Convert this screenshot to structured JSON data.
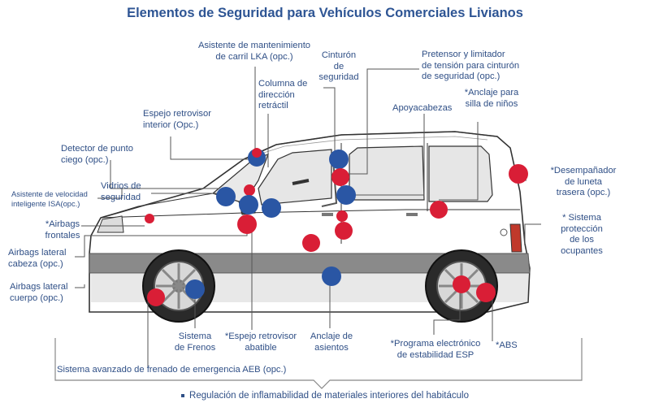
{
  "title": "Elementos de Seguridad para Vehículos Comerciales Livianos",
  "labels": {
    "lka": "Asistente de mantenimiento\nde carril LKA (opc.)",
    "cinturon": "Cinturón\nde\nseguridad",
    "pretensor": "Pretensor y limitador\nde tensión para cinturón\nde seguridad (opc.)",
    "columna": "Columna de\ndirección\nretráctil",
    "anclaje_ninos": "*Anclaje para\nsilla de niños",
    "espejo_interior": "Espejo retrovisor\ninterior (Opc.)",
    "apoyacabezas": "Apoyacabezas",
    "detector": "Detector de punto\nciego (opc.)",
    "desempanador": "*Desempañador\nde luneta\ntrasera (opc.)",
    "isa": "Asistente de velocidad\ninteligente ISA(opc.)",
    "vidrios": "Vidrios de\nseguridad",
    "airbags_frontales": "*Airbags\nfrontales",
    "proteccion": "* Sistema\nprotección\nde los\nocupantes",
    "airbags_cabeza": "Airbags  lateral\ncabeza (opc.)",
    "airbags_cuerpo": "Airbags lateral\ncuerpo (opc.)",
    "frenos": "Sistema\nde Frenos",
    "espejo_abatible": "*Espejo retrovisor\nabatible",
    "anclaje_asientos": "Anclaje de\nasientos",
    "esp": "*Programa electrónico\nde estabilidad ESP",
    "abs": "*ABS",
    "aeb": "Sistema avanzado de frenado de emergencia AEB (opc.)"
  },
  "bottom_note": "Regulación de inflamabilidad de materiales interiores del habitáculo",
  "colors": {
    "red": "#d91e36",
    "blue": "#2a56a4",
    "text": "#2f4f86",
    "line": "#555555"
  }
}
